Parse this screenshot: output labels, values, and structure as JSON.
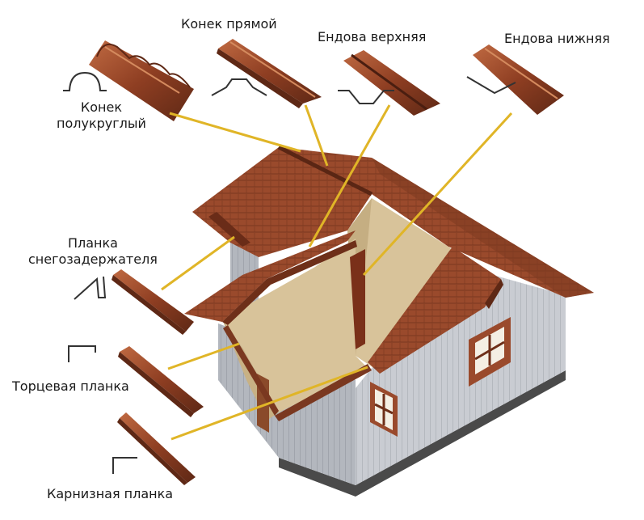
{
  "labels": {
    "ridge_round": [
      "Конек",
      "полукруглый"
    ],
    "ridge_straight": "Конек прямой",
    "valley_upper": "Ендова верхняя",
    "valley_lower": "Ендова нижняя",
    "snow_plank": [
      "Планка",
      "снегозадержателя"
    ],
    "end_plank": "Торцевая планка",
    "eave_plank": "Карнизная планка"
  },
  "colors": {
    "roof": "#9a4a2c",
    "roof_dark": "#6e2f19",
    "roof_light": "#b45a36",
    "gable": "#d8c39a",
    "wall": "#c9ccd2",
    "wall_dark": "#9fa3ab",
    "leader": "#e0b527",
    "profile": "#333333"
  }
}
